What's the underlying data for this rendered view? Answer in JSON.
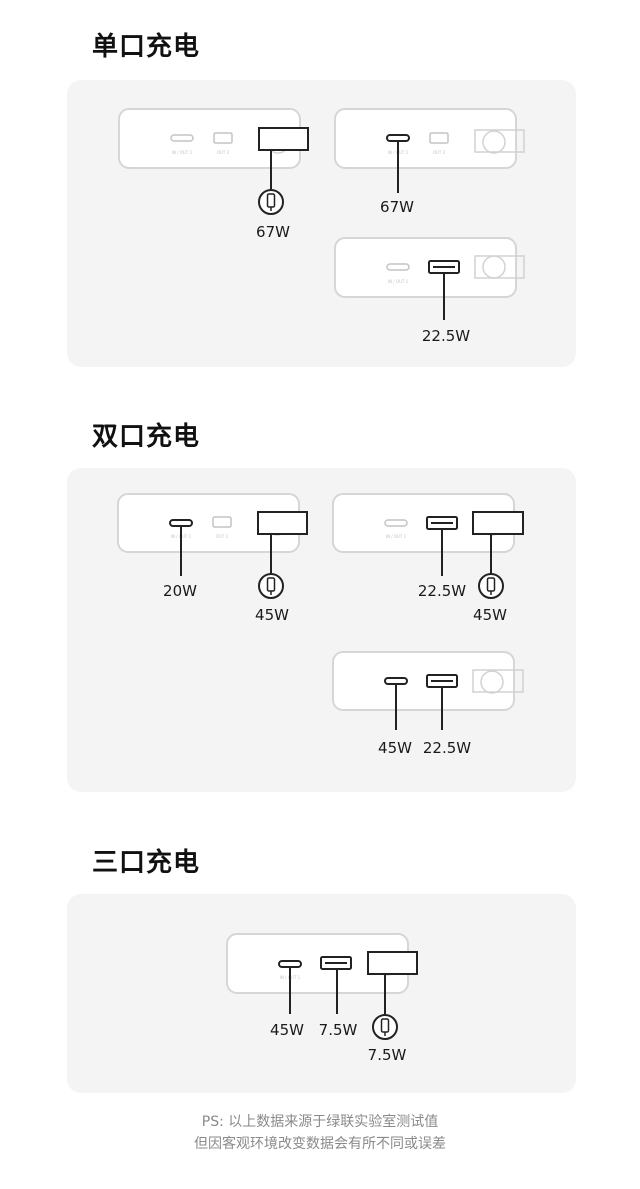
{
  "sections": [
    {
      "title": "单口充电",
      "diagrams": [
        {
          "label": "67W"
        },
        {
          "label": "67W"
        },
        {
          "label": "22.5W"
        }
      ]
    },
    {
      "title": "双口充电",
      "diagrams": [
        {
          "labels": [
            "20W",
            "45W"
          ]
        },
        {
          "labels": [
            "22.5W",
            "45W"
          ]
        },
        {
          "labels": [
            "45W",
            "22.5W"
          ]
        }
      ]
    },
    {
      "title": "三口充电",
      "diagrams": [
        {
          "labels": [
            "45W",
            "7.5W",
            "7.5W"
          ]
        }
      ]
    }
  ],
  "ports": {
    "usb_c_label": "IN / OUT 1",
    "usb_a_label": "OUT 2"
  },
  "footnote": {
    "line1": "PS: 以上数据来源于绿联实验室测试值",
    "line2": "但因客观环境改变数据会有所不同或误差"
  },
  "colors": {
    "panel_bg": "#f4f4f4",
    "device_stroke": "#d2d2d2",
    "active_stroke": "#222222"
  }
}
